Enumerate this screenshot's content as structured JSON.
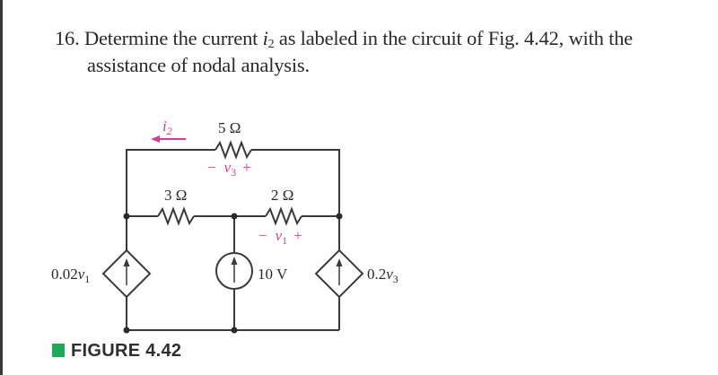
{
  "problem": {
    "number": "16.",
    "text_before": "Determine the current ",
    "var": "i",
    "var_sub": "2",
    "text_after": " as labeled in the circuit of Fig. 4.42, with the",
    "line2": "assistance of nodal analysis."
  },
  "circuit": {
    "resistors": [
      {
        "label": "5 Ω"
      },
      {
        "label": "3 Ω"
      },
      {
        "label": "2 Ω"
      }
    ],
    "current_label": {
      "var": "i",
      "sub": "2"
    },
    "v3": {
      "minus": "−",
      "var": "v",
      "sub": "3",
      "plus": "+"
    },
    "v1": {
      "minus": "−",
      "var": "v",
      "sub": "1",
      "plus": "+"
    },
    "sources": {
      "left": {
        "coef": "0.02",
        "var": "v",
        "sub": "1"
      },
      "middle": {
        "label": "10 V"
      },
      "right": {
        "coef": "0.2",
        "var": "v",
        "sub": "3"
      }
    }
  },
  "caption": {
    "label": "FIGURE 4.42"
  },
  "colors": {
    "accent_pink": "#d0418f",
    "figure_green": "#1faa55",
    "wire": "#3a3a3a"
  }
}
